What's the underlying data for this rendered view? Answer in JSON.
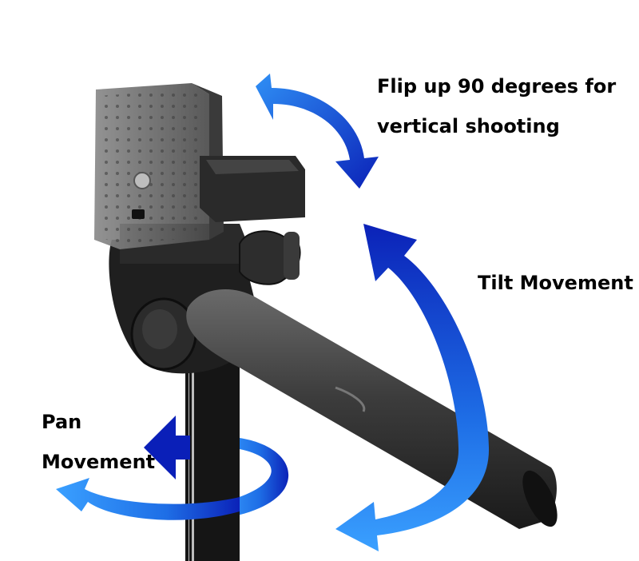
{
  "labels": {
    "flip_line1": "Flip up 90 degrees for",
    "flip_line2": "vertical shooting",
    "tilt": "Tilt Movement",
    "pan_line1": "Pan",
    "pan_line2": "Movement"
  },
  "colors": {
    "arrow_dark": "#0a1fb8",
    "arrow_light": "#3aa0ff",
    "tripod_body": "#2a2a2a",
    "plate": "#5a5a5a"
  }
}
